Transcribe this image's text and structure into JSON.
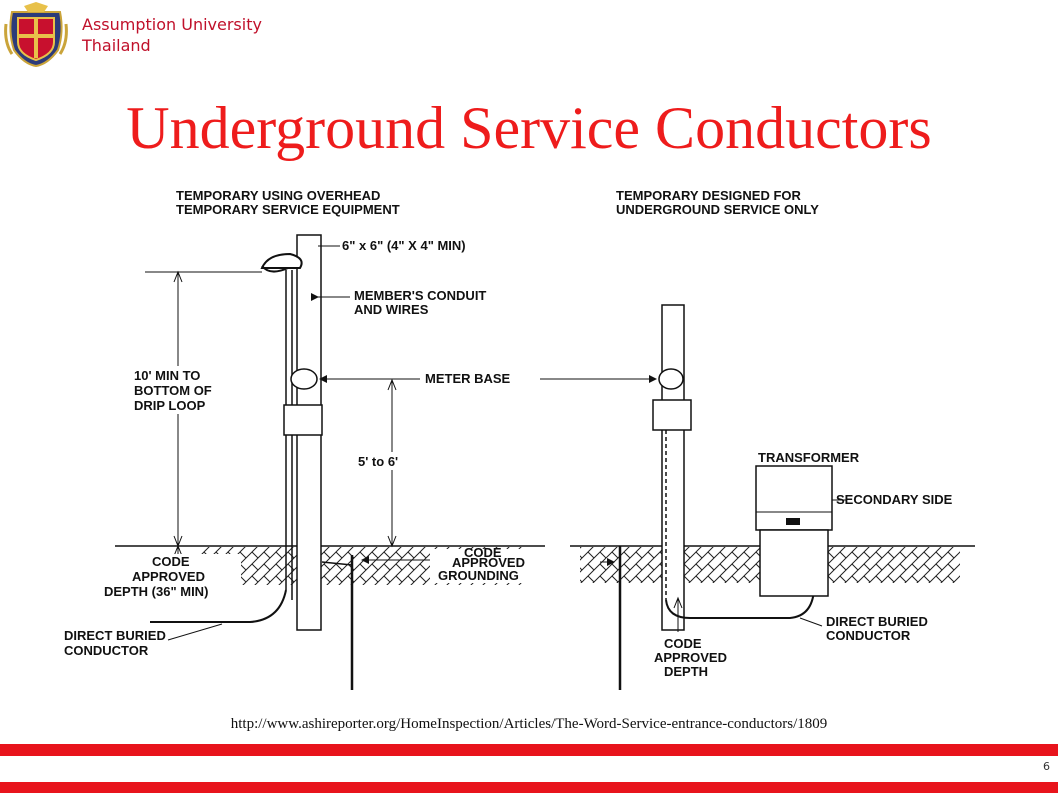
{
  "header": {
    "university_line1": "Assumption University",
    "university_line2": "Thailand"
  },
  "slide": {
    "title": "Underground Service Conductors",
    "source_url": "http://www.ashireporter.org/HomeInspection/Articles/The-Word-Service-entrance-conductors/1809",
    "page_number": "6"
  },
  "diagram": {
    "left_heading_1": "TEMPORARY USING OVERHEAD",
    "left_heading_2": "TEMPORARY SERVICE EQUIPMENT",
    "right_heading_1": "TEMPORARY DESIGNED FOR",
    "right_heading_2": "UNDERGROUND SERVICE ONLY",
    "post_size": "6\" x 6\" (4\" X 4\" MIN)",
    "conduit_1": "MEMBER'S CONDUIT",
    "conduit_2": "AND WIRES",
    "meter_base": "METER BASE",
    "drip_1": "10' MIN TO",
    "drip_2": "BOTTOM OF",
    "drip_3": "DRIP LOOP",
    "meter_height": "5' to 6'",
    "grounding_1": "CODE",
    "grounding_2": "APPROVED",
    "grounding_3": "GROUNDING",
    "depth_1": "CODE",
    "depth_2": "APPROVED",
    "depth_3": "DEPTH (36\" MIN)",
    "buried_left_1": "DIRECT BURIED",
    "buried_left_2": "CONDUCTOR",
    "transformer": "TRANSFORMER",
    "secondary_side": "SECONDARY SIDE",
    "buried_right_1": "DIRECT BURIED",
    "buried_right_2": "CONDUCTOR",
    "right_depth_1": "CODE",
    "right_depth_2": "APPROVED",
    "right_depth_3": "DEPTH"
  },
  "colors": {
    "title_red": "#ee1c1c",
    "bar_red": "#e8141c"
  }
}
